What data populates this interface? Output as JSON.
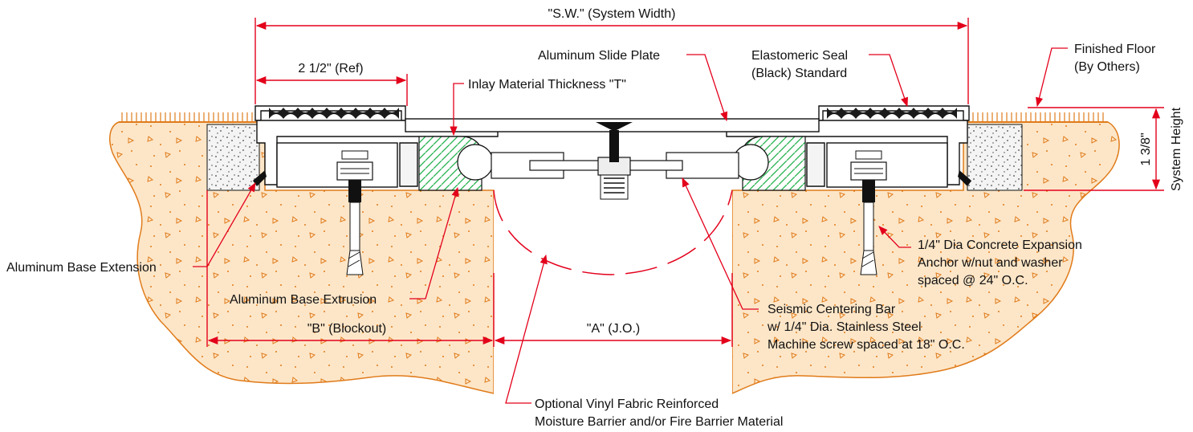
{
  "colors": {
    "concrete_outline": "#e07b1a",
    "concrete_fill": "#fde6c8",
    "dimension_red": "#e3001b",
    "grout_green": "#22b14c",
    "ink": "#111111",
    "metal_fill": "#ffffff"
  },
  "dimensions": {
    "system_width": "\"S.W.\" (System Width)",
    "ref": "2 1/2\" (Ref)",
    "blockout": "\"B\" (Blockout)",
    "joint_opening": "\"A\" (J.O.)",
    "height_value": "1 3/8\"",
    "height_label": "System Height"
  },
  "callouts": {
    "slide_plate": "Aluminum Slide Plate",
    "inlay_thickness": "Inlay Material Thickness \"T\"",
    "seal_line1": "Elastomeric Seal",
    "seal_line2": "(Black) Standard",
    "floor_line1": "Finished Floor",
    "floor_line2": "(By Others)",
    "base_extension": "Aluminum Base Extension",
    "base_extrusion": "Aluminum Base Extrusion",
    "anchor_line1": "1/4\" Dia Concrete Expansion",
    "anchor_line2": "Anchor w/nut and washer",
    "anchor_line3": "spaced @ 24\" O.C.",
    "centering_line1": "Seismic Centering Bar",
    "centering_line2": "w/ 1/4\" Dia. Stainless Steel",
    "centering_line3": "Machine screw spaced at 18\" O.C.",
    "barrier_line1": "Optional Vinyl Fabric Reinforced",
    "barrier_line2": "Moisture Barrier and/or Fire Barrier Material"
  }
}
